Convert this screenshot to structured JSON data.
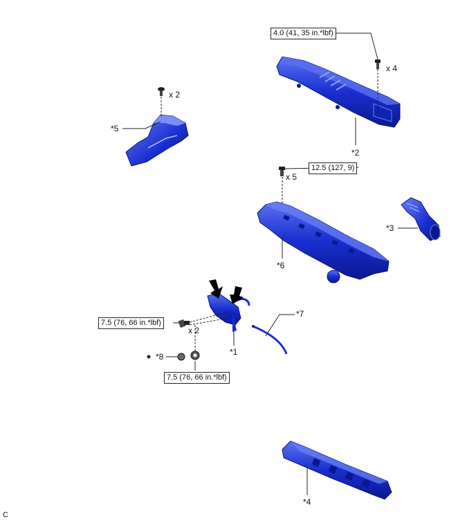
{
  "torques": {
    "t1": "4.0 (41, 35 in.*lbf)",
    "t2": "12.5 (127, 9)",
    "t3": "7.5 (76, 66 in.*lbf)",
    "t4": "7.5 (76, 66 in.*lbf)"
  },
  "quantities": {
    "q1": "x 4",
    "q2": "x 2",
    "q3": "x 5",
    "q4": "x 2"
  },
  "callouts": {
    "c1": "*1",
    "c2": "*2",
    "c3": "*3",
    "c4": "*4",
    "c5": "*5",
    "c6": "*6",
    "c7": "*7",
    "c8": "*8"
  },
  "corner_mark": "C",
  "colors": {
    "part_blue": "#1a2fd0",
    "part_dark": "#0a1890",
    "part_light": "#5a72f0"
  }
}
